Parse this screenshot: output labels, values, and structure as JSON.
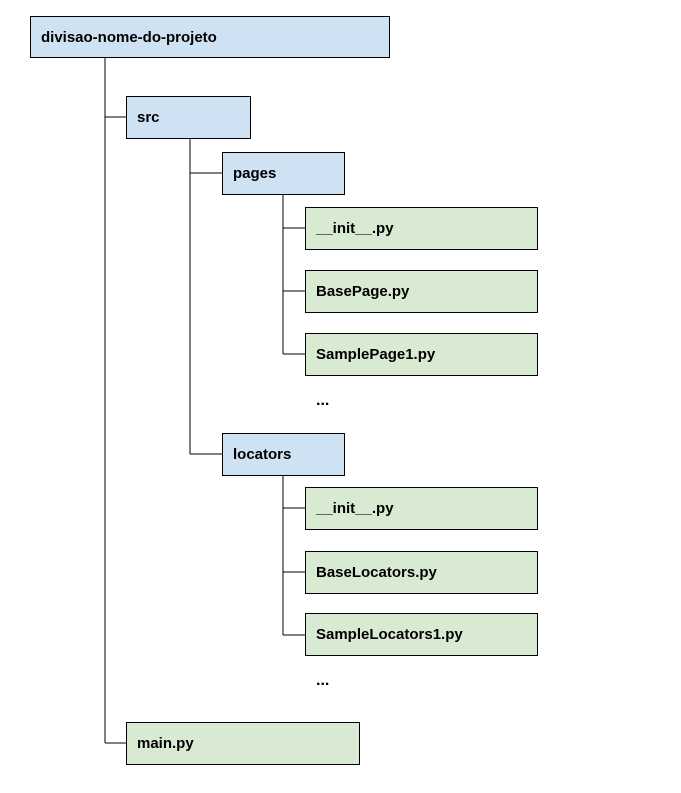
{
  "diagram": {
    "nodes": {
      "root": "divisao-nome-do-projeto",
      "src": "src",
      "pages": "pages",
      "pages_files": [
        "__init__.py",
        "BasePage.py",
        "SamplePage1.py"
      ],
      "pages_more": "...",
      "locators": "locators",
      "locators_files": [
        "__init__.py",
        "BaseLocators.py",
        "SampleLocators1.py"
      ],
      "locators_more": "...",
      "main": "main.py"
    },
    "colors": {
      "folder_fill": "#cfe2f3",
      "file_fill": "#d9ead3",
      "border": "#000000",
      "background": "#ffffff"
    }
  }
}
